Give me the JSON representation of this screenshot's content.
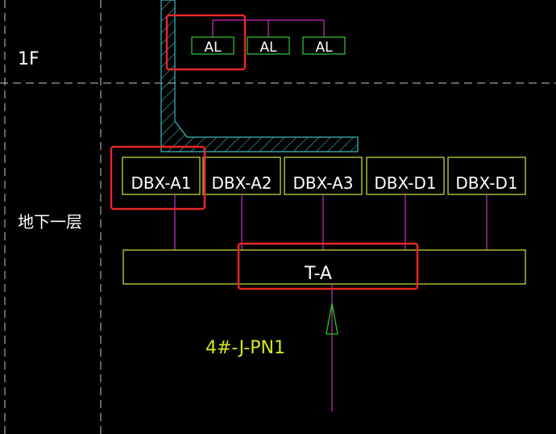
{
  "floors": {
    "upper": "1F",
    "basement": "地下一层"
  },
  "al_boxes": [
    "AL",
    "AL",
    "AL"
  ],
  "dbx_boxes": [
    "DBX-A1",
    "DBX-A2",
    "DBX-A3",
    "DBX-D1",
    "DBX-D1"
  ],
  "transformer": "T-A",
  "feeder_label": "4#-J-PN1",
  "colors": {
    "background": "#000000",
    "grid_dash": "#c8c8c8",
    "wall_hatch": "#3fb8c0",
    "box_green": "#33cc33",
    "box_yellow": "#d2e63c",
    "line_magenta": "#c832c8",
    "arrow_green": "#22cc22",
    "label_yellow": "#d7e61e",
    "highlight_red": "#e62828",
    "text_white": "#ffffff"
  }
}
